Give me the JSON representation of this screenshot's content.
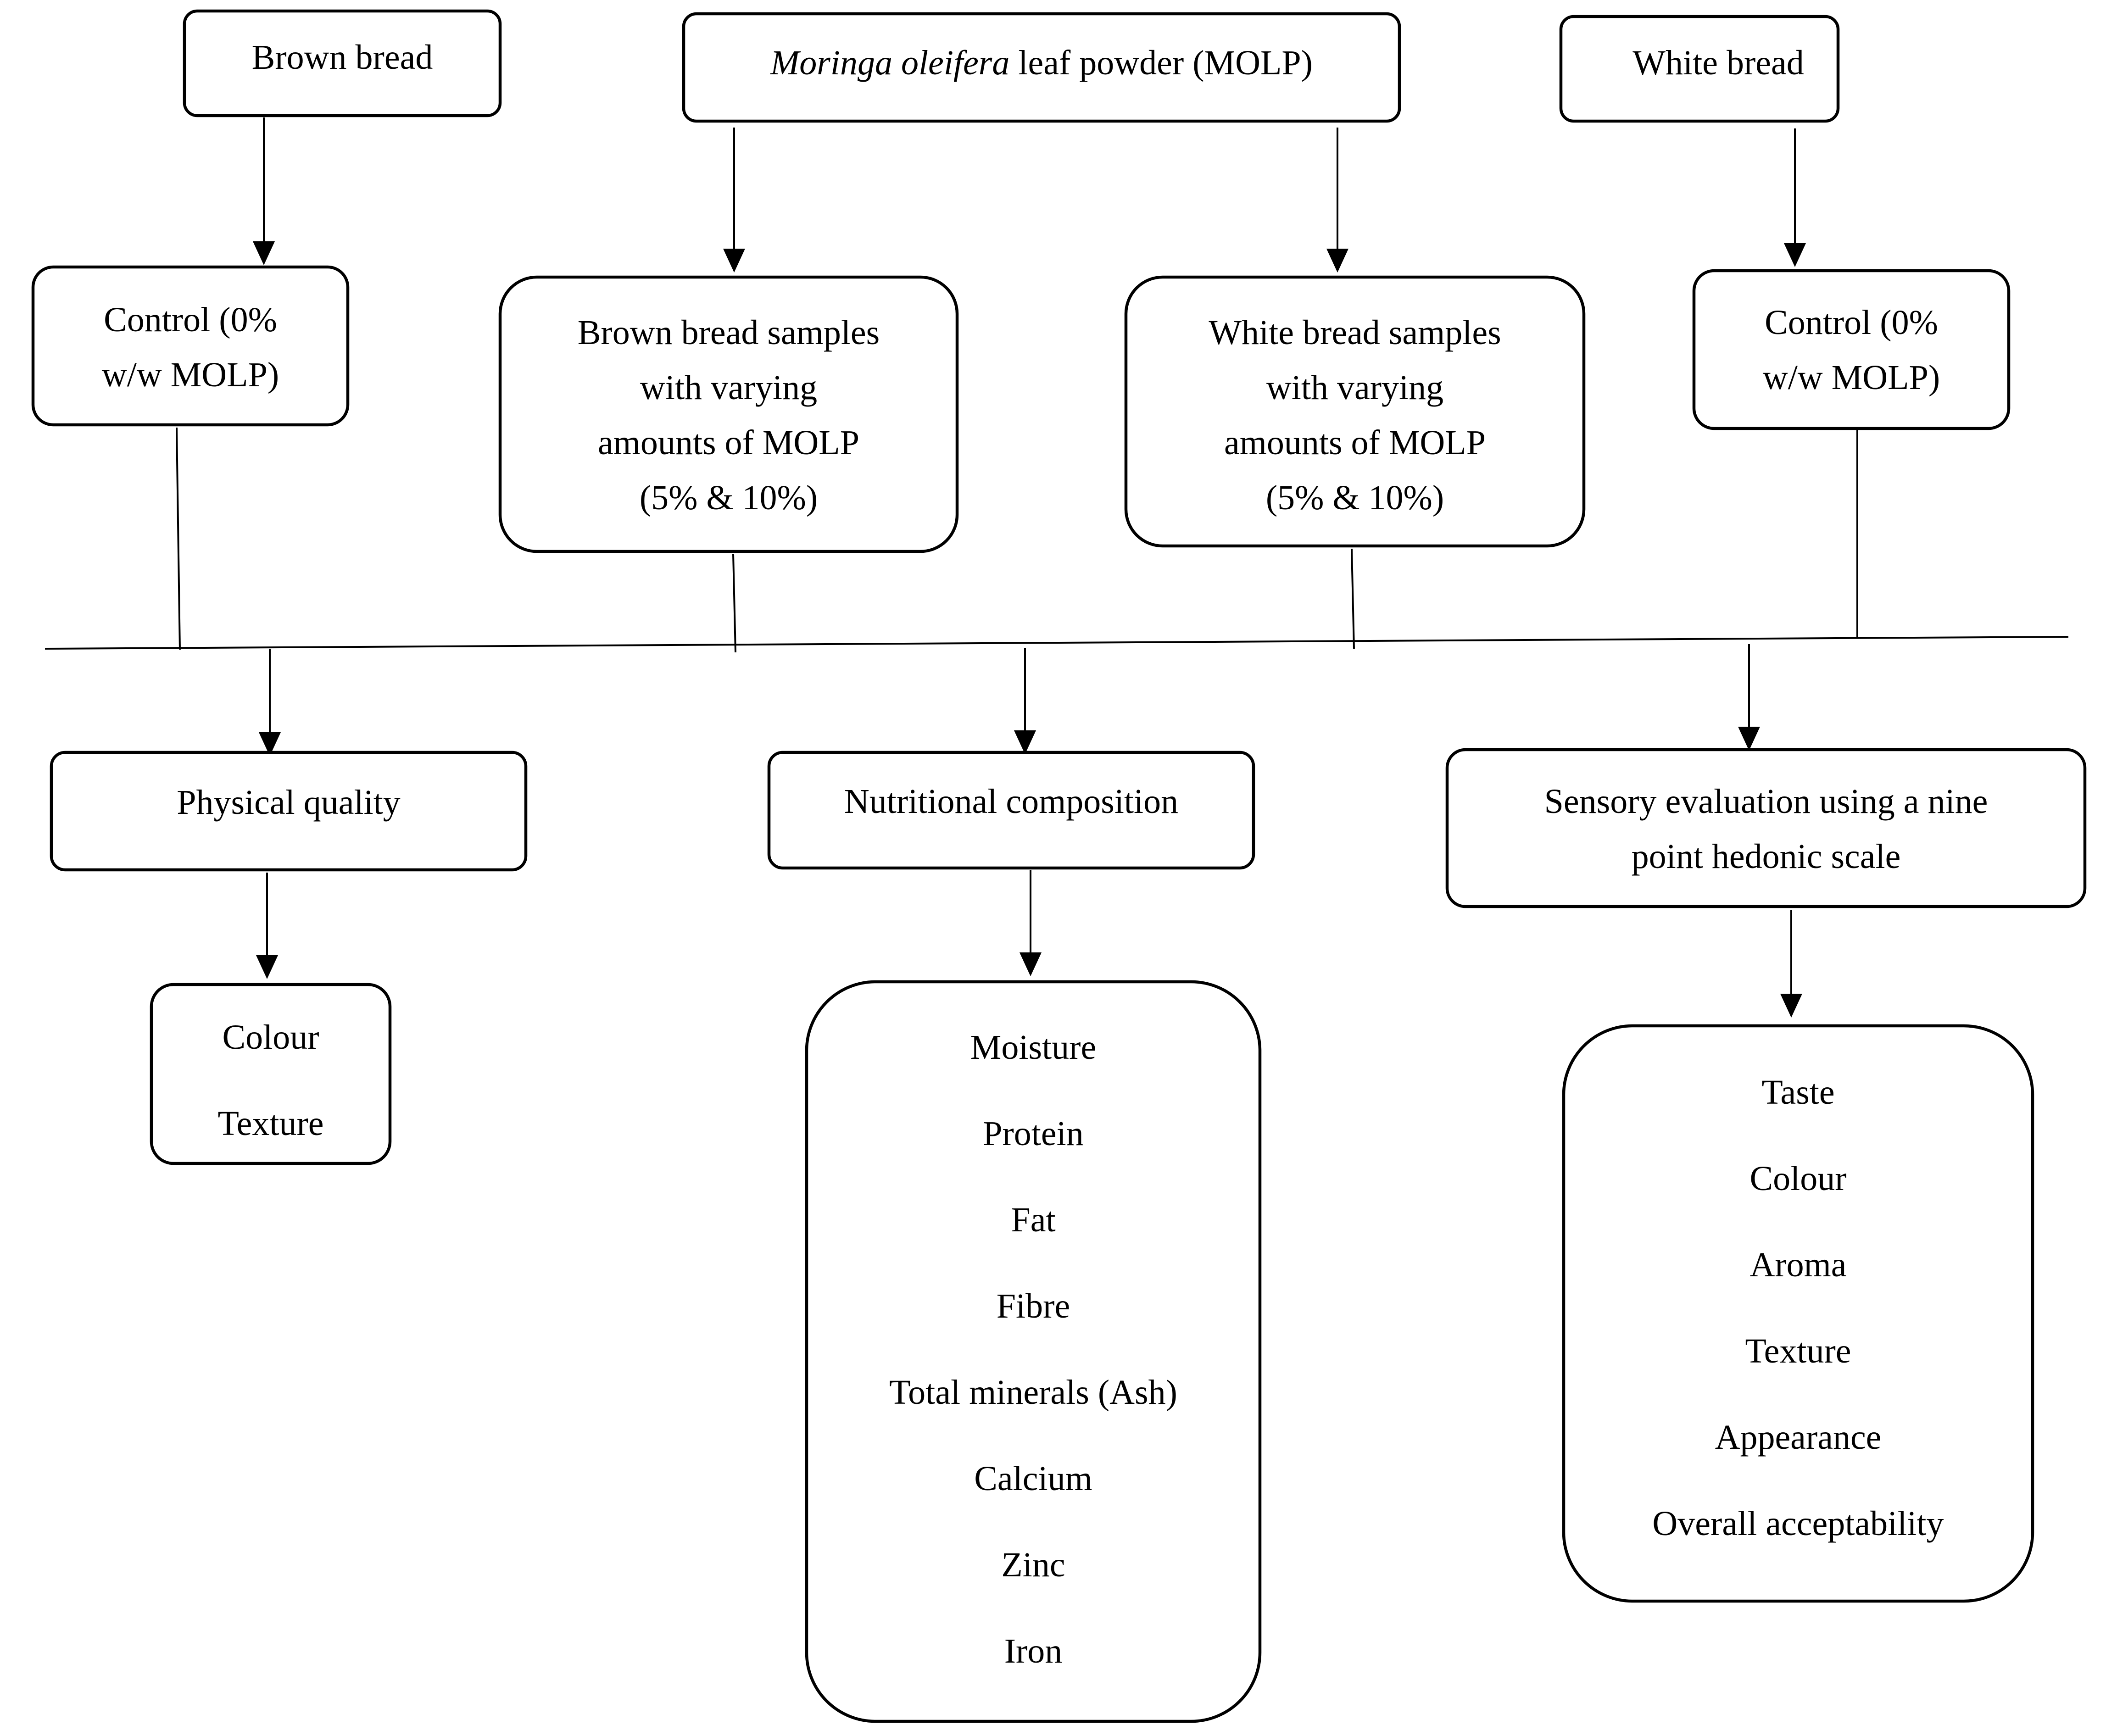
{
  "top": {
    "brown_bread": "Brown bread",
    "molp_italic": "Moringa oleifera",
    "molp_rest": " leaf powder (MOLP)",
    "white_bread": "White bread"
  },
  "samples": {
    "brown_control": [
      "Control (0%",
      "w/w MOLP)"
    ],
    "brown_samples": [
      "Brown bread samples",
      "with varying",
      "amounts of MOLP",
      "(5% & 10%)"
    ],
    "white_samples": [
      "White bread samples",
      "with varying",
      "amounts of MOLP",
      "(5% & 10%)"
    ],
    "white_control": [
      "Control (0%",
      "w/w MOLP)"
    ]
  },
  "analyses": {
    "physical": "Physical quality",
    "nutritional": "Nutritional composition",
    "sensory": [
      "Sensory evaluation using a nine",
      "point hedonic scale"
    ]
  },
  "lists": {
    "physical_items": [
      "Colour",
      "Texture"
    ],
    "nutritional_items": [
      "Moisture",
      "Protein",
      "Fat",
      "Fibre",
      "Total minerals (Ash)",
      "Calcium",
      "Zinc",
      "Iron"
    ],
    "sensory_items": [
      "Taste",
      "Colour",
      "Aroma",
      "Texture",
      "Appearance",
      "Overall acceptability"
    ]
  }
}
